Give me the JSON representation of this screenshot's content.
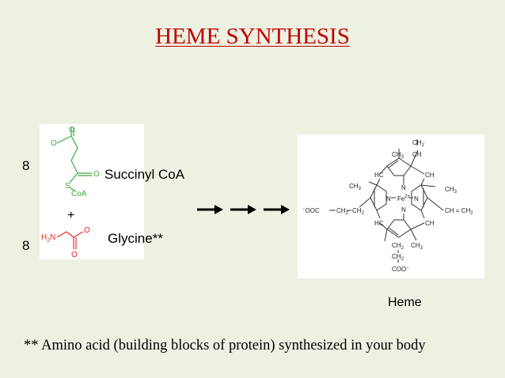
{
  "slide": {
    "title": "HEME SYNTHESIS",
    "reactants": {
      "succinyl": {
        "coefficient": "8",
        "label": "Succinyl CoA"
      },
      "plus": "+",
      "glycine": {
        "coefficient": "8",
        "label": "Glycine**"
      }
    },
    "product": {
      "label": "Heme"
    },
    "footnote": "** Amino acid (building blocks of protein) synthesized in your body"
  },
  "structures": {
    "succinyl": {
      "o_top": "O",
      "o_left": "O",
      "o_right": "O",
      "s": "S",
      "coa": "CoA"
    },
    "glycine": {
      "h2n": "H",
      "sub2": "2",
      "n": "N",
      "o_top": "O",
      "o_bot": "O"
    },
    "heme": {
      "ch2_top": "CH",
      "ch3_top": "CH",
      "ch_top": "CH",
      "hc_tl": "HC",
      "ch_tr": "CH",
      "ch3_left": "CH",
      "ch3_right": "CH",
      "n_top": "N",
      "n_left": "N",
      "fe": "Fe",
      "fe_charge": "2+",
      "n_right": "N",
      "n_bot": "N",
      "ooc_left": "OOC",
      "ch2_a": "CH",
      "ch2_b": "CH",
      "ch_eq_ch2": "CH = CH",
      "hc_bl": "HC",
      "ch_br": "CH",
      "ch2_bot": "CH",
      "ch3_bot": "CH",
      "ch2_lower": "CH",
      "coo": "COO",
      "minus": "−",
      "sub2": "2",
      "sub3": "3"
    }
  },
  "colors": {
    "title": "#c00000",
    "background": "#edf1e2",
    "molecule_red": "#e8292c",
    "molecule_green": "#3caa3c"
  }
}
